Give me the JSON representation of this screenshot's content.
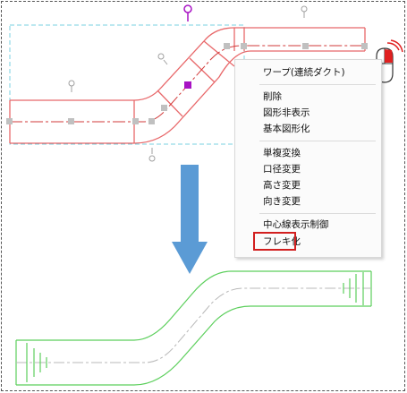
{
  "context_menu": {
    "items": [
      {
        "label": "ワープ(連続ダクト)"
      },
      {
        "label": "削除"
      },
      {
        "label": "図形非表示"
      },
      {
        "label": "基本図形化"
      },
      {
        "label": "単複変換"
      },
      {
        "label": "口径変更"
      },
      {
        "label": "高さ変更"
      },
      {
        "label": "向き変更"
      },
      {
        "label": "中心線表示制御"
      },
      {
        "label": "フレキ化"
      }
    ],
    "highlighted_item": "フレキ化"
  },
  "colors": {
    "duct_outline": "#e8686a",
    "centerline": "#d23a3a",
    "selection_box": "#7ad0e0",
    "handle": "#c0c0c0",
    "active_handle": "#a812c4",
    "arrow": "#5b9bd5",
    "flex_duct": "#5ccf5c",
    "highlight_frame": "#d21f1f",
    "mouse_button": "#e02020"
  },
  "icons": {
    "mouse": "mouse-right-click-icon",
    "arrow": "down-arrow-icon"
  }
}
